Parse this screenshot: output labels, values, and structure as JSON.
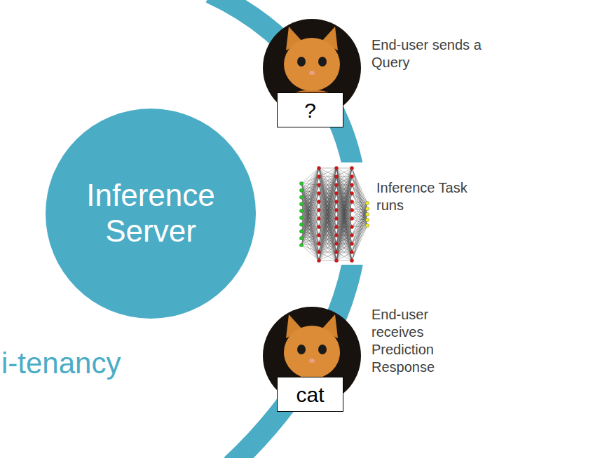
{
  "diagram": {
    "nodes": [
      {
        "text": [
          "Inference Server"
        ]
      },
      {
        "text": [
          "?"
        ]
      },
      {
        "text": [
          "cat"
        ]
      }
    ],
    "labels": [
      "End-user sends a Query",
      "Inference Task runs",
      "End-user receives Prediction Response",
      "i-tenancy"
    ]
  }
}
